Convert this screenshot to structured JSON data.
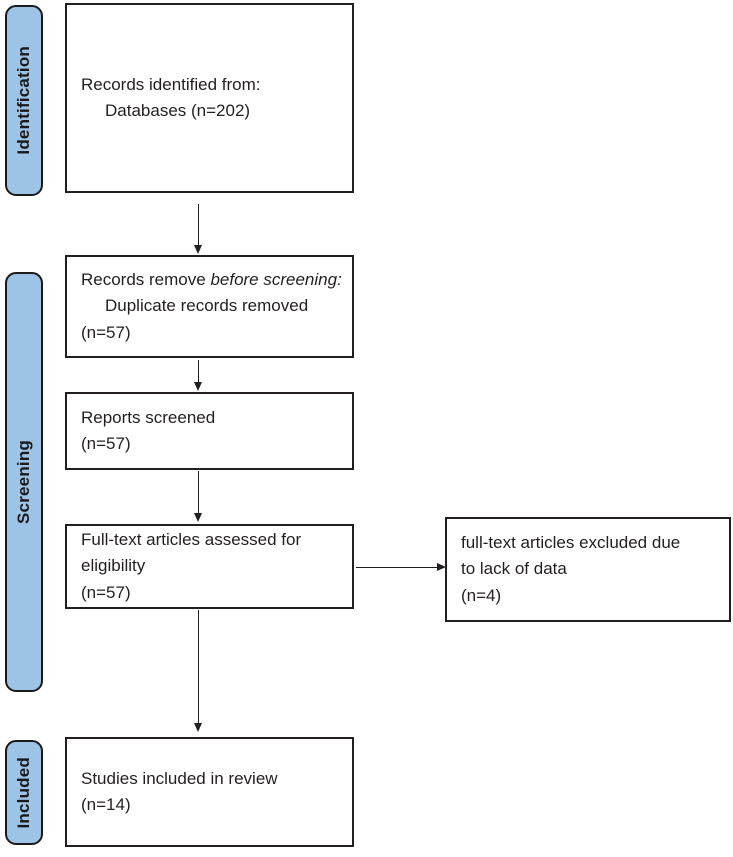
{
  "diagram": {
    "type": "prisma-flow-diagram",
    "accent_color": "#9dc3e6",
    "line_color": "#231f20",
    "background_color": "#ffffff"
  },
  "stages": [
    {
      "id": "identification",
      "label": "Identification"
    },
    {
      "id": "screening",
      "label": "Screening"
    },
    {
      "id": "included",
      "label": "Included"
    }
  ],
  "boxes": {
    "identified": {
      "line1": "Records identified from:",
      "line2": "Databases (n=202)",
      "count": 202
    },
    "removed_before_screening": {
      "line1_a": "Records remove ",
      "line1_b": "before screening:",
      "line2": "Duplicate records removed",
      "line3": "(n=57)",
      "count": 57
    },
    "reports_screened": {
      "line1": "Reports screened",
      "line2": "(n=57)",
      "count": 57
    },
    "full_text_assessed": {
      "line1": "Full-text articles assessed for",
      "line2": "eligibility",
      "line3": "(n=57)",
      "count": 57
    },
    "full_text_excluded": {
      "line1": "full-text articles excluded due",
      "line2": "to lack of data",
      "line3": "(n=4)",
      "count": 4
    },
    "studies_included": {
      "line1": "Studies included in review",
      "line2": "(n=14)",
      "count": 14
    }
  }
}
